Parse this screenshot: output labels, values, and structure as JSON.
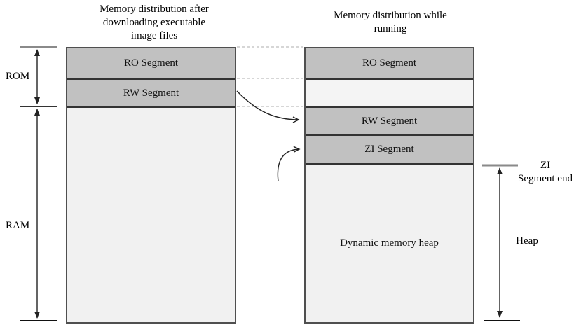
{
  "colors": {
    "segment_dark": "#c1c1c1",
    "segment_light": "#f1f1f1",
    "segment_gap": "#f4f4f4",
    "col_border": "#4f4f4f",
    "separator": "#333333",
    "dashed": "#c9c9c9",
    "arrow": "#222222",
    "tick_gray": "#8a8a8a",
    "tick_dark": "#111111"
  },
  "titles": {
    "left": "Memory distribution after\ndownloading executable\nimage files",
    "right": "Memory distribution while\nrunning"
  },
  "left_column": {
    "ro": "RO Segment",
    "rw": "RW Segment"
  },
  "right_column": {
    "ro": "RO Segment",
    "rw": "RW Segment",
    "zi": "ZI Segment",
    "heap": "Dynamic memory heap"
  },
  "labels": {
    "rom": "ROM",
    "ram": "RAM",
    "zi_end": "ZI\nSegment end",
    "heap": "Heap"
  }
}
